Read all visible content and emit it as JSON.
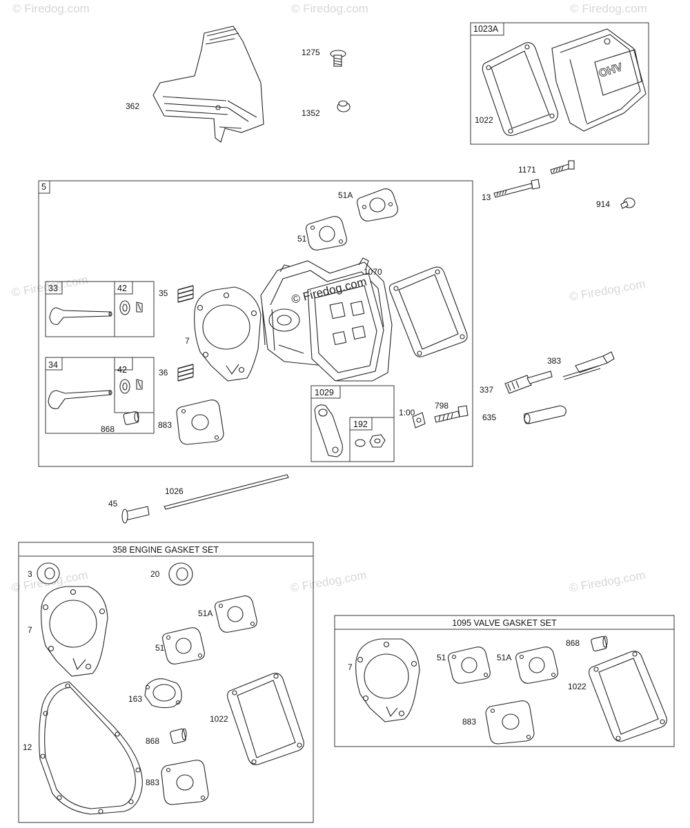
{
  "watermark": "© Firedog.com",
  "watermark_center": "© Firedog.com",
  "groups": {
    "cover_kit": "1023A",
    "cylinder_head": "5",
    "exhaust_valve_kit": "33",
    "intake_valve_kit": "34",
    "retainer_kit_a": "42",
    "retainer_kit_b": "42",
    "rocker_arm_kit": "1029",
    "rocker_nut_kit": "192"
  },
  "gasket_sets": {
    "engine": "358 ENGINE GASKET SET",
    "valve": "1095 VALVE GASKET SET"
  },
  "labels": {
    "p362": "362",
    "p1275": "1275",
    "p1352": "1352",
    "p1022_cover": "1022",
    "p1171": "1171",
    "p13": "13",
    "p914": "914",
    "p51a_head": "51A",
    "p51_head": "51",
    "p1070": "1070",
    "p35": "35",
    "p7_head": "7",
    "p36": "36",
    "p883_head": "883",
    "p868_head": "868",
    "p1100": "1:00",
    "p798": "798",
    "p383": "383",
    "p337": "337",
    "p635": "635",
    "p45": "45",
    "p1026": "1026",
    "egs_3": "3",
    "egs_20": "20",
    "egs_7": "7",
    "egs_51a": "51A",
    "egs_51": "51",
    "egs_163": "163",
    "egs_1022": "1022",
    "egs_12": "12",
    "egs_868": "868",
    "egs_883": "883",
    "vgs_7": "7",
    "vgs_51": "51",
    "vgs_51a": "51A",
    "vgs_868": "868",
    "vgs_1022": "1022",
    "vgs_883": "883"
  }
}
